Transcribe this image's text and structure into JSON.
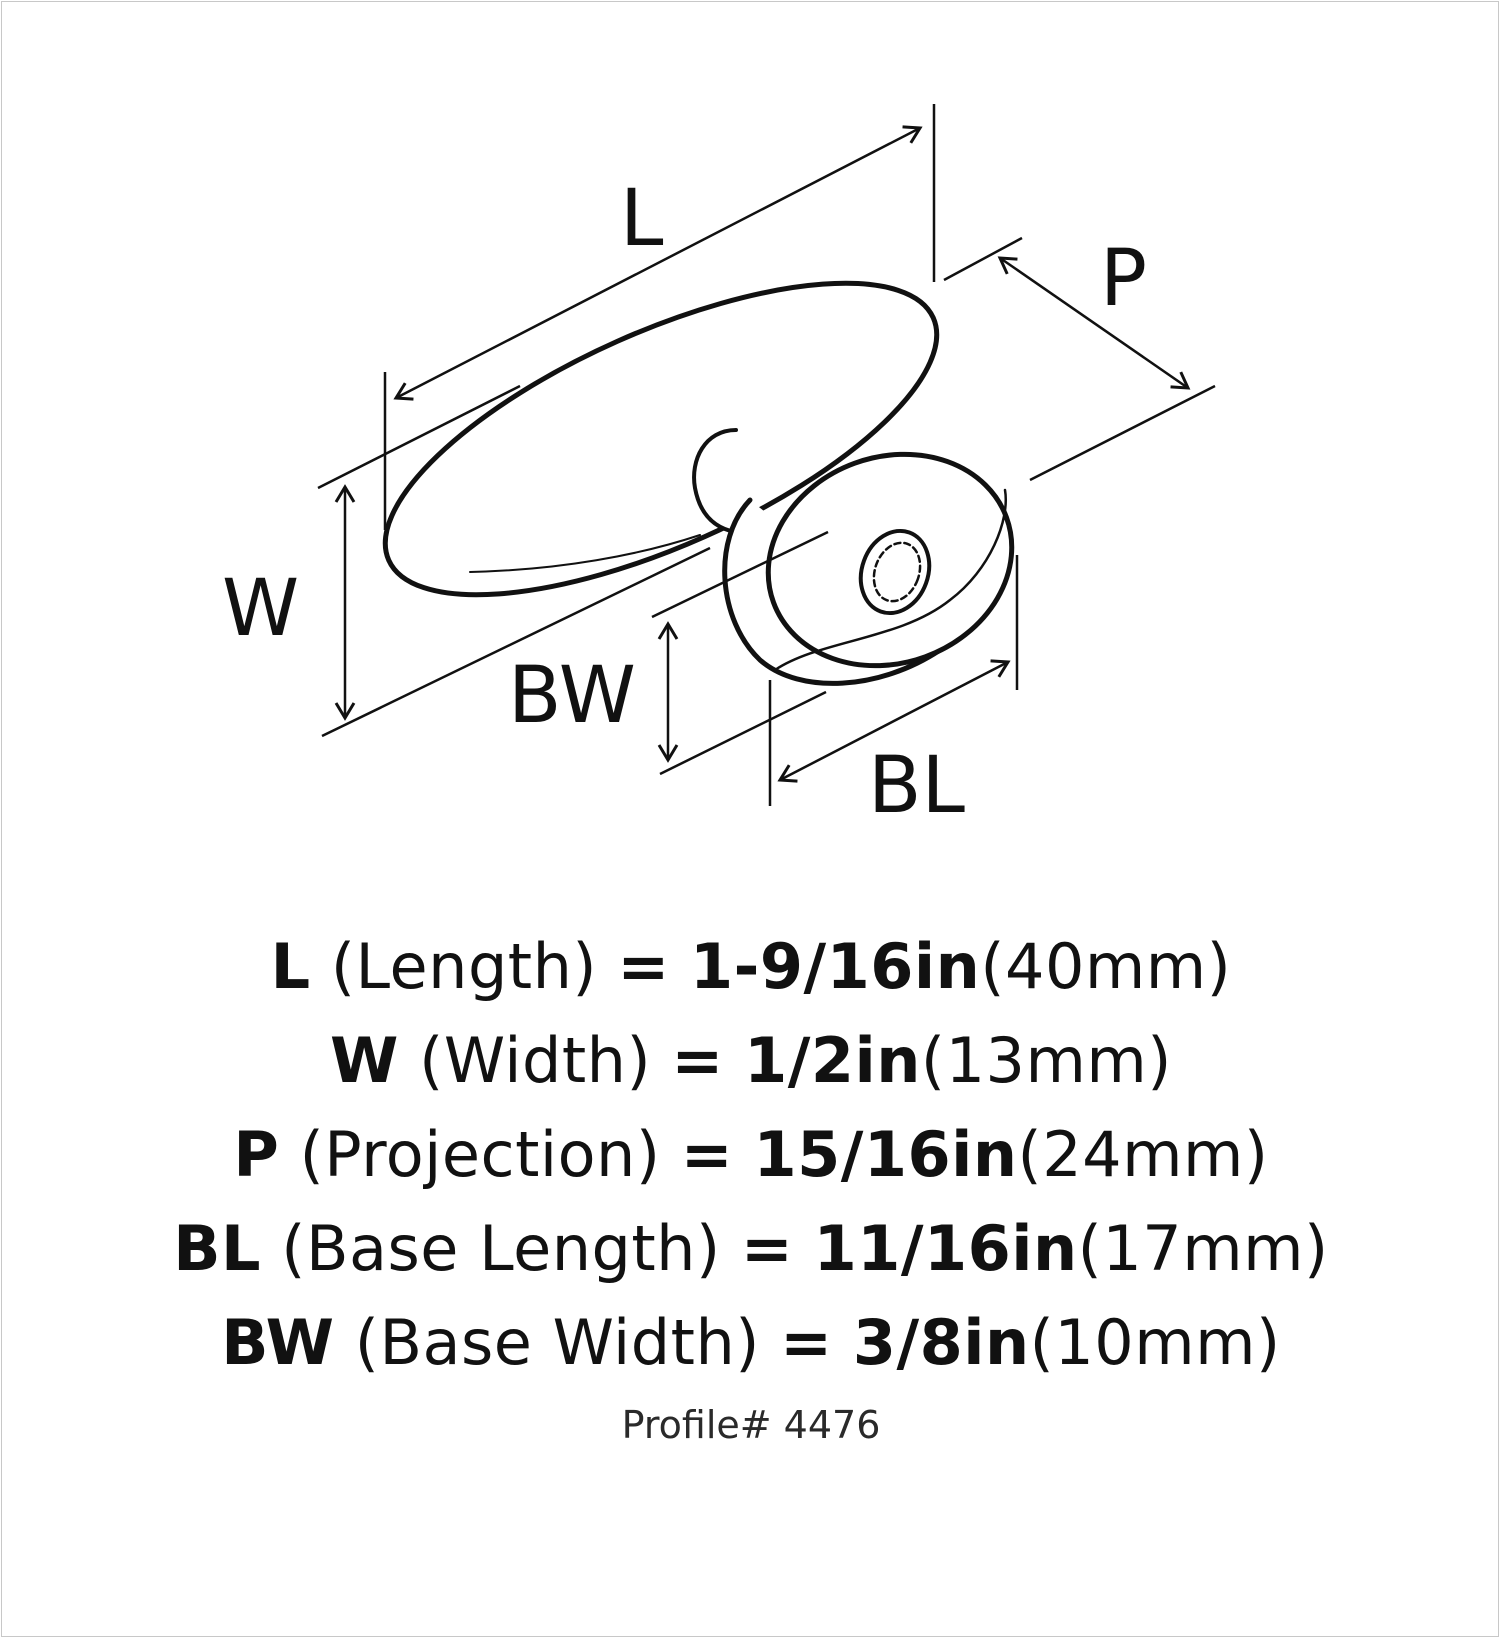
{
  "diagram": {
    "labels": {
      "length": "L",
      "projection": "P",
      "width": "W",
      "base_width": "BW",
      "base_length": "BL"
    }
  },
  "specs": [
    {
      "abbr": "L",
      "desc": "(Length)",
      "eq": "=",
      "imperial": "1-9/16in",
      "metric": "(40mm)"
    },
    {
      "abbr": "W",
      "desc": "(Width)",
      "eq": "=",
      "imperial": "1/2in",
      "metric": "(13mm)"
    },
    {
      "abbr": "P",
      "desc": "(Projection)",
      "eq": "=",
      "imperial": "15/16in",
      "metric": "(24mm)"
    },
    {
      "abbr": "BL",
      "desc": "(Base Length)",
      "eq": "=",
      "imperial": "11/16in",
      "metric": "(17mm)"
    },
    {
      "abbr": "BW",
      "desc": "(Base Width)",
      "eq": "=",
      "imperial": "3/8in",
      "metric": "(10mm)"
    }
  ],
  "profile": "Profile# 4476"
}
